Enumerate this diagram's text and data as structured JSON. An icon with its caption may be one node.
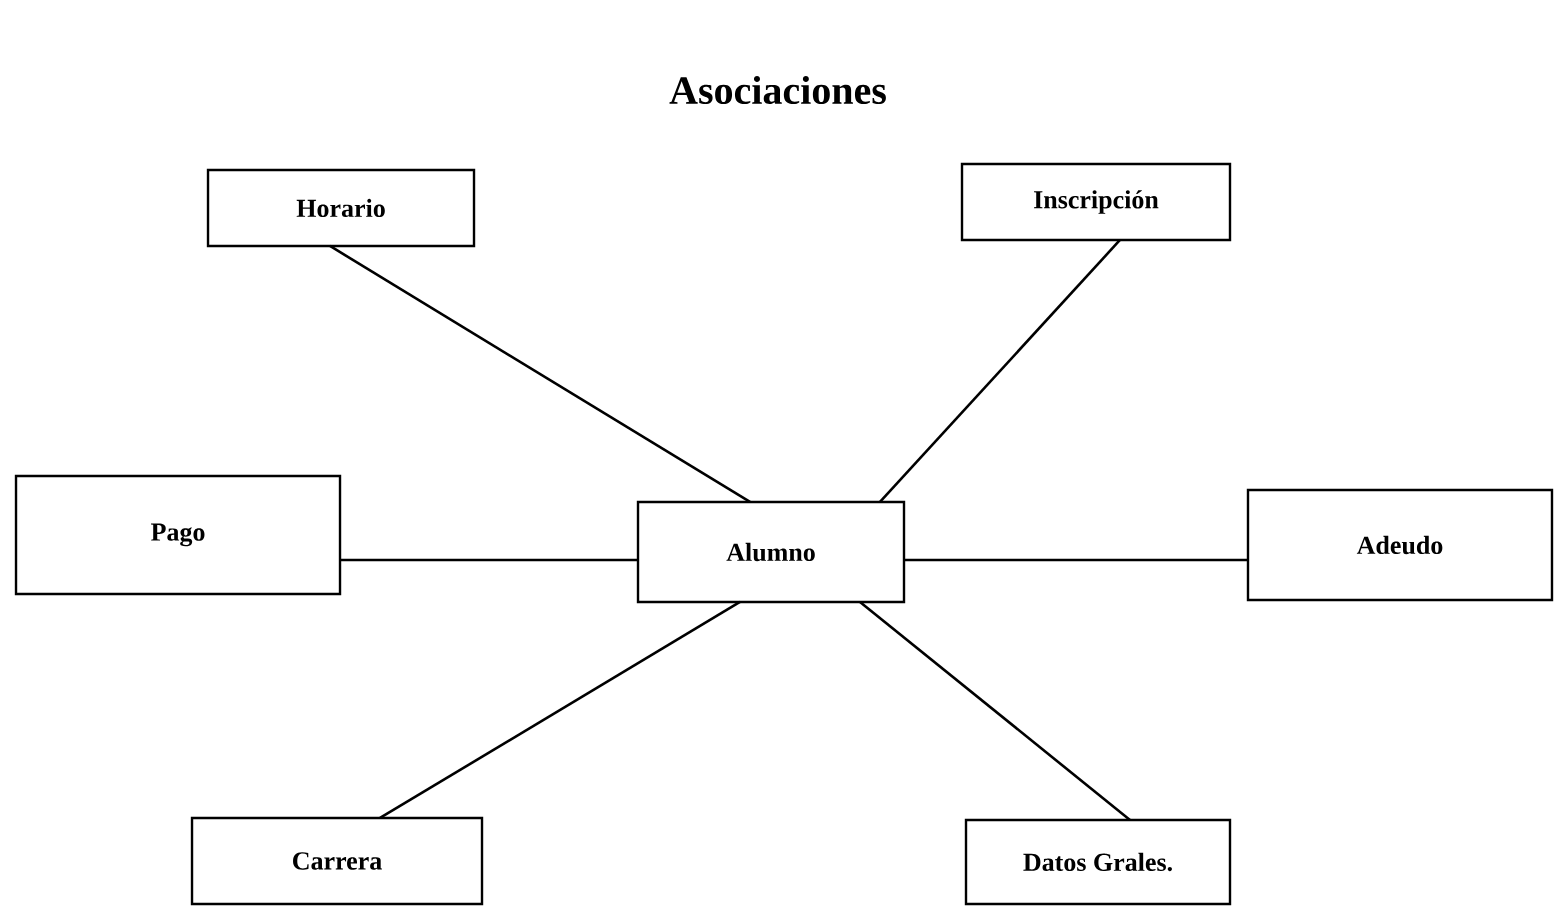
{
  "diagram": {
    "title": "Asociaciones",
    "nodes": [
      {
        "text": [
          "Horario"
        ]
      },
      {
        "text": [
          "Inscripción"
        ]
      },
      {
        "text": [
          "Pago"
        ]
      },
      {
        "text": [
          "Alumno"
        ]
      },
      {
        "text": [
          "Adeudo"
        ]
      },
      {
        "text": [
          "Carrera"
        ]
      },
      {
        "text": [
          "Datos Grales."
        ]
      }
    ],
    "edges": [
      {
        "from": 3,
        "to": 0,
        "arrow": "none"
      },
      {
        "from": 3,
        "to": 1,
        "arrow": "none"
      },
      {
        "from": 3,
        "to": 2,
        "arrow": "none"
      },
      {
        "from": 3,
        "to": 4,
        "arrow": "none"
      },
      {
        "from": 3,
        "to": 5,
        "arrow": "none"
      },
      {
        "from": 3,
        "to": 6,
        "arrow": "none"
      }
    ]
  }
}
